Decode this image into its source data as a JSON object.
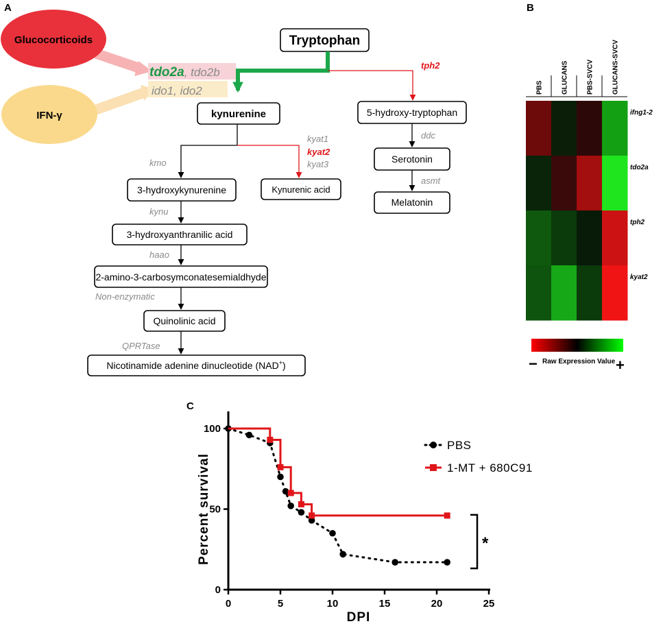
{
  "panels": {
    "a": "A",
    "b": "B",
    "c": "C"
  },
  "pathway": {
    "glucocorticoids": "Glucocorticoids",
    "ifng": "IFN-γ",
    "tryptophan": "Tryptophan",
    "tdo2a": "tdo2a",
    "tdo2b": ", tdo2b",
    "ido": "ido1, ido2",
    "kynurenine": "kynurenine",
    "tph2": "tph2",
    "hydroxytryptophan": "5-hydroxy-tryptophan",
    "ddc": "ddc",
    "serotonin": "Serotonin",
    "asmt": "asmt",
    "melatonin": "Melatonin",
    "kyat1": "kyat1",
    "kyat2": "kyat2",
    "kyat3": "kyat3",
    "kynurenic_acid": "Kynurenic acid",
    "kmo": "kmo",
    "hydroxykynurenine": "3-hydroxykynurenine",
    "kynu": "kynu",
    "hydroxyanthranilic": "3-hydroxyanthranilic acid",
    "haao": "haao",
    "amino": "2-amino-3-carbosymconatesemialdhyde",
    "nonenzymatic": "Non-enzymatic",
    "quinolinic": "Quinolinic acid",
    "qprtase": "QPRTase",
    "nad": "Nicotinamide adenine dinucleotide (NAD",
    "nad_sup": "+",
    "nad_close": ")"
  },
  "heatmap": {
    "columns": [
      "PBS",
      "GLUCANS",
      "PBS-SVCV",
      "GLUCANS-SVCV"
    ],
    "rows": [
      "ifng1-2",
      "tdo2a",
      "tph2",
      "kyat2"
    ],
    "cell_colors": [
      [
        "#6d0a0a",
        "#0b1f08",
        "#2d0808",
        "#13a013"
      ],
      [
        "#092408",
        "#3a0a0a",
        "#a30e0e",
        "#1ee51e"
      ],
      [
        "#0e590e",
        "#0b3a0b",
        "#081a08",
        "#cc1212"
      ],
      [
        "#0e540e",
        "#16a816",
        "#0b3a0b",
        "#f01414"
      ]
    ],
    "scale_title": "Raw Expression Value",
    "scale_minus": "−",
    "scale_plus": "+",
    "scale_colors": [
      "#ff0000",
      "#000000",
      "#00ff00"
    ]
  },
  "chart_data": {
    "type": "line",
    "xlabel": "DPI",
    "ylabel": "Percent survival",
    "xlim": [
      0,
      25
    ],
    "ylim": [
      0,
      100
    ],
    "xticks": [
      0,
      5,
      10,
      15,
      20,
      25
    ],
    "yticks": [
      0,
      50,
      100
    ],
    "series": [
      {
        "name": "PBS",
        "color": "#000000",
        "style": "dotted-circles",
        "x": [
          0,
          2,
          4,
          5,
          5.5,
          6,
          7,
          8,
          10,
          11,
          16,
          21
        ],
        "y": [
          100,
          96,
          91,
          70,
          61,
          52,
          48,
          43,
          35,
          22,
          17,
          17
        ]
      },
      {
        "name": "1-MT + 680C91",
        "color": "#e0161a",
        "style": "step-squares",
        "x": [
          0,
          4,
          5,
          6,
          7,
          8,
          21
        ],
        "y": [
          100,
          93,
          76,
          60,
          53,
          46,
          46
        ]
      }
    ],
    "annotation": "*"
  }
}
